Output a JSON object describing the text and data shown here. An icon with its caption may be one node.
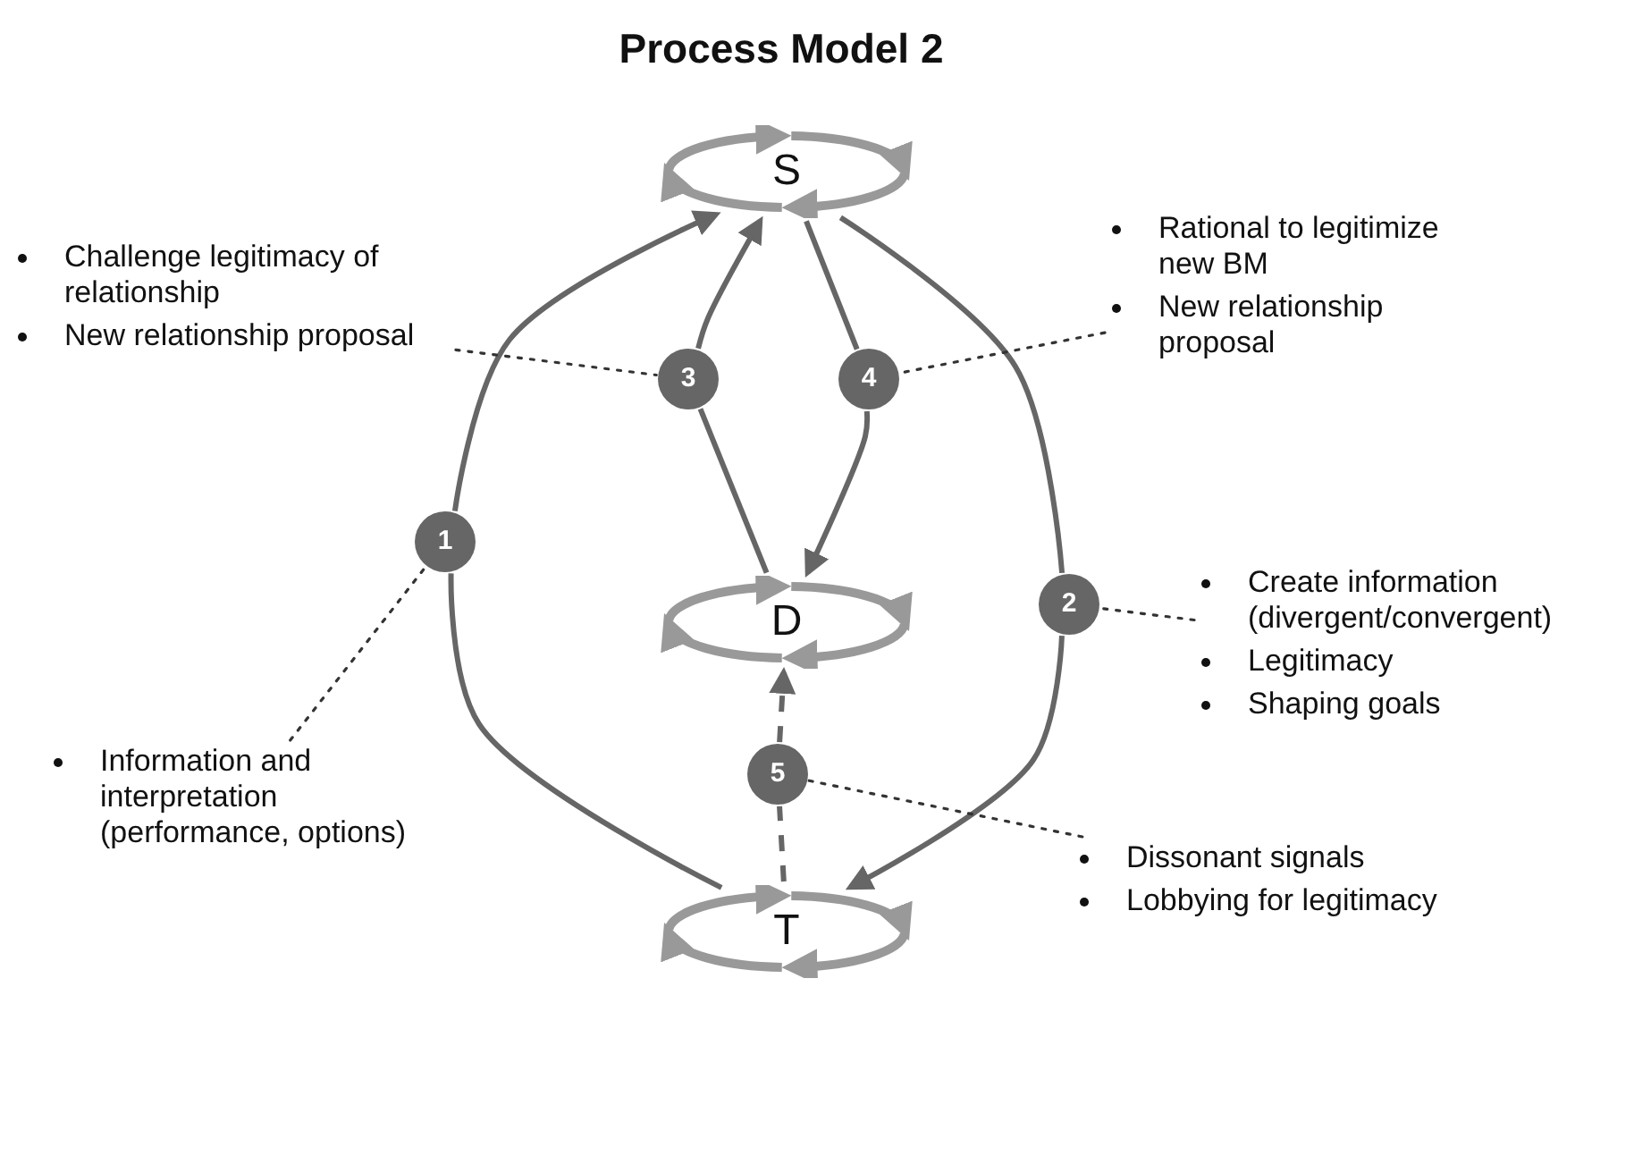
{
  "diagram": {
    "title": "Process Model 2",
    "nodes": [
      {
        "text": [
          "S"
        ]
      },
      {
        "text": [
          "D"
        ]
      },
      {
        "text": [
          "T"
        ]
      },
      {
        "text": [
          "1"
        ]
      },
      {
        "text": [
          "2"
        ]
      },
      {
        "text": [
          "3"
        ]
      },
      {
        "text": [
          "4"
        ]
      },
      {
        "text": [
          "5"
        ]
      },
      {
        "text": [
          "Challenge legitimacy of relationship",
          "New relationship proposal"
        ]
      },
      {
        "text": [
          "Rational to legitimize new BM",
          "New relationship proposal"
        ]
      },
      {
        "text": [
          "Information and interpretation (performance, options)"
        ]
      },
      {
        "text": [
          "Create information (divergent/convergent)",
          "Legitimacy",
          "Shaping goals"
        ]
      },
      {
        "text": [
          "Dissonant signals",
          "Lobbying for legitimacy"
        ]
      }
    ],
    "edges": [
      {
        "from": 2,
        "to": 3,
        "arrow": "none"
      },
      {
        "from": 3,
        "to": 0,
        "arrow": "to"
      },
      {
        "from": 0,
        "to": 4,
        "arrow": "none"
      },
      {
        "from": 4,
        "to": 2,
        "arrow": "to"
      },
      {
        "from": 1,
        "to": 5,
        "arrow": "none"
      },
      {
        "from": 5,
        "to": 0,
        "arrow": "to"
      },
      {
        "from": 0,
        "to": 6,
        "arrow": "none"
      },
      {
        "from": 6,
        "to": 1,
        "arrow": "to"
      },
      {
        "from": 2,
        "to": 7,
        "arrow": "none",
        "style": "dashed"
      },
      {
        "from": 7,
        "to": 1,
        "arrow": "to",
        "style": "dashed"
      },
      {
        "from": 8,
        "to": 5,
        "arrow": "none",
        "style": "dashed"
      },
      {
        "from": 9,
        "to": 6,
        "arrow": "none",
        "style": "dashed"
      },
      {
        "from": 10,
        "to": 3,
        "arrow": "none",
        "style": "dashed"
      },
      {
        "from": 11,
        "to": 4,
        "arrow": "none",
        "style": "dashed"
      },
      {
        "from": 12,
        "to": 7,
        "arrow": "none",
        "style": "dashed"
      }
    ]
  }
}
